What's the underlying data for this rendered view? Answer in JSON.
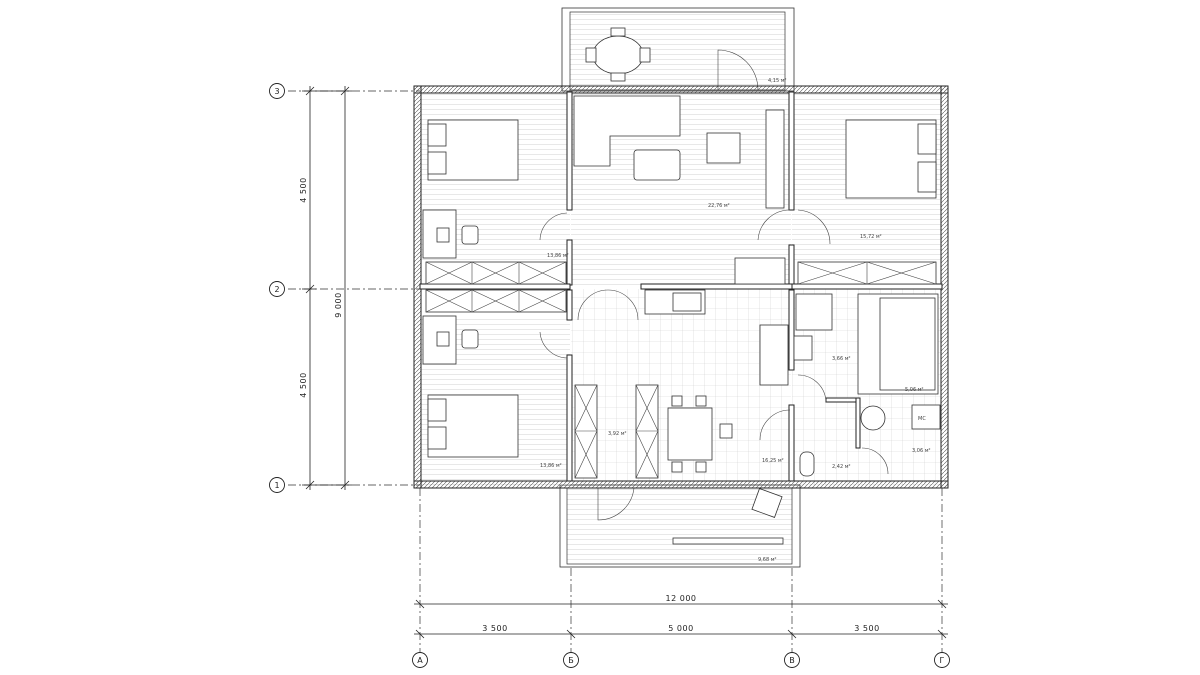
{
  "axes": {
    "rows": [
      "3",
      "2",
      "1"
    ],
    "columns": [
      "А",
      "Б",
      "В",
      "Г"
    ]
  },
  "dimensions": {
    "vertical": [
      "4 500",
      "9 000",
      "4 500"
    ],
    "horizontal_total": "12 000",
    "horizontal_segments": [
      "3 500",
      "5 000",
      "3 500"
    ]
  },
  "rooms": {
    "living": "22,76 м²",
    "bedroom_right": "15,72 м²",
    "bedroom_top_left": "13,86 м²",
    "bedroom_bottom_left": "13,86 м²",
    "hall": "3,92 м²",
    "corridor": "16,25 м²",
    "bath": "3,66 м²",
    "sauna": "5,06 м²",
    "wc": "2,42 м²",
    "utility": "3,06 м²",
    "porch_top": "4,15 м²",
    "terrace_bottom": "9,68 м²",
    "mc_label": "МС"
  }
}
